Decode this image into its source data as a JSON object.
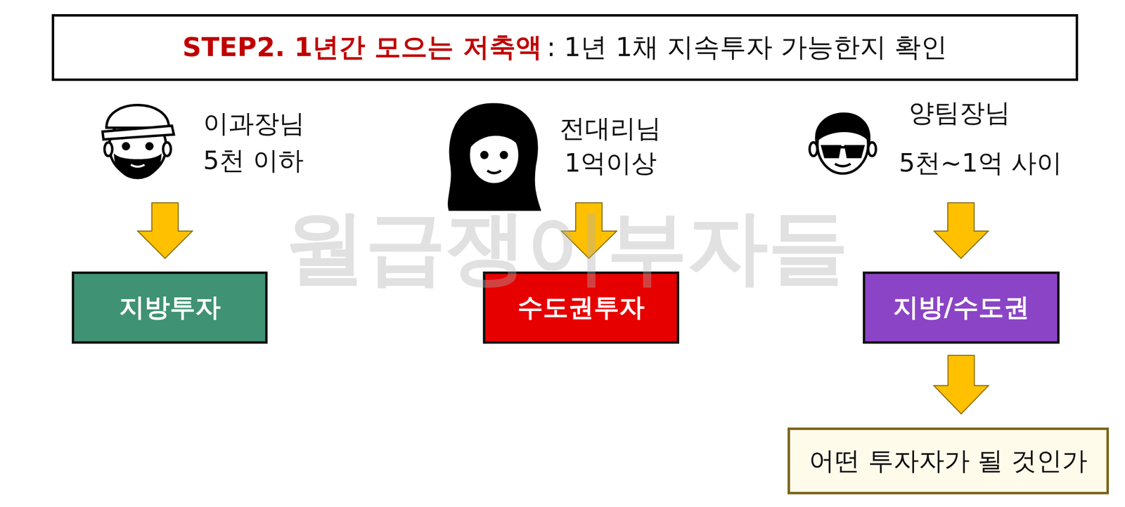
{
  "diagram": {
    "nodes": [
      {
        "text": [
          "STEP2. 1년간 모으는 저축액",
          ":  1년 1채 지속투자 가능한지 확인"
        ]
      },
      {
        "text": [
          "지방투자"
        ]
      },
      {
        "text": [
          "수도권투자"
        ]
      },
      {
        "text": [
          "지방/수도권"
        ]
      },
      {
        "text": [
          "어떤 투자자가 될 것인가"
        ]
      }
    ],
    "edges": [
      {
        "from": 3,
        "to": 4,
        "arrow": "to"
      }
    ],
    "labels": [
      "이과장님",
      "5천 이하",
      "전대리님",
      "1억이상",
      "양팀장님",
      "5천~1억 사이",
      "월급쟁이부자들"
    ]
  }
}
